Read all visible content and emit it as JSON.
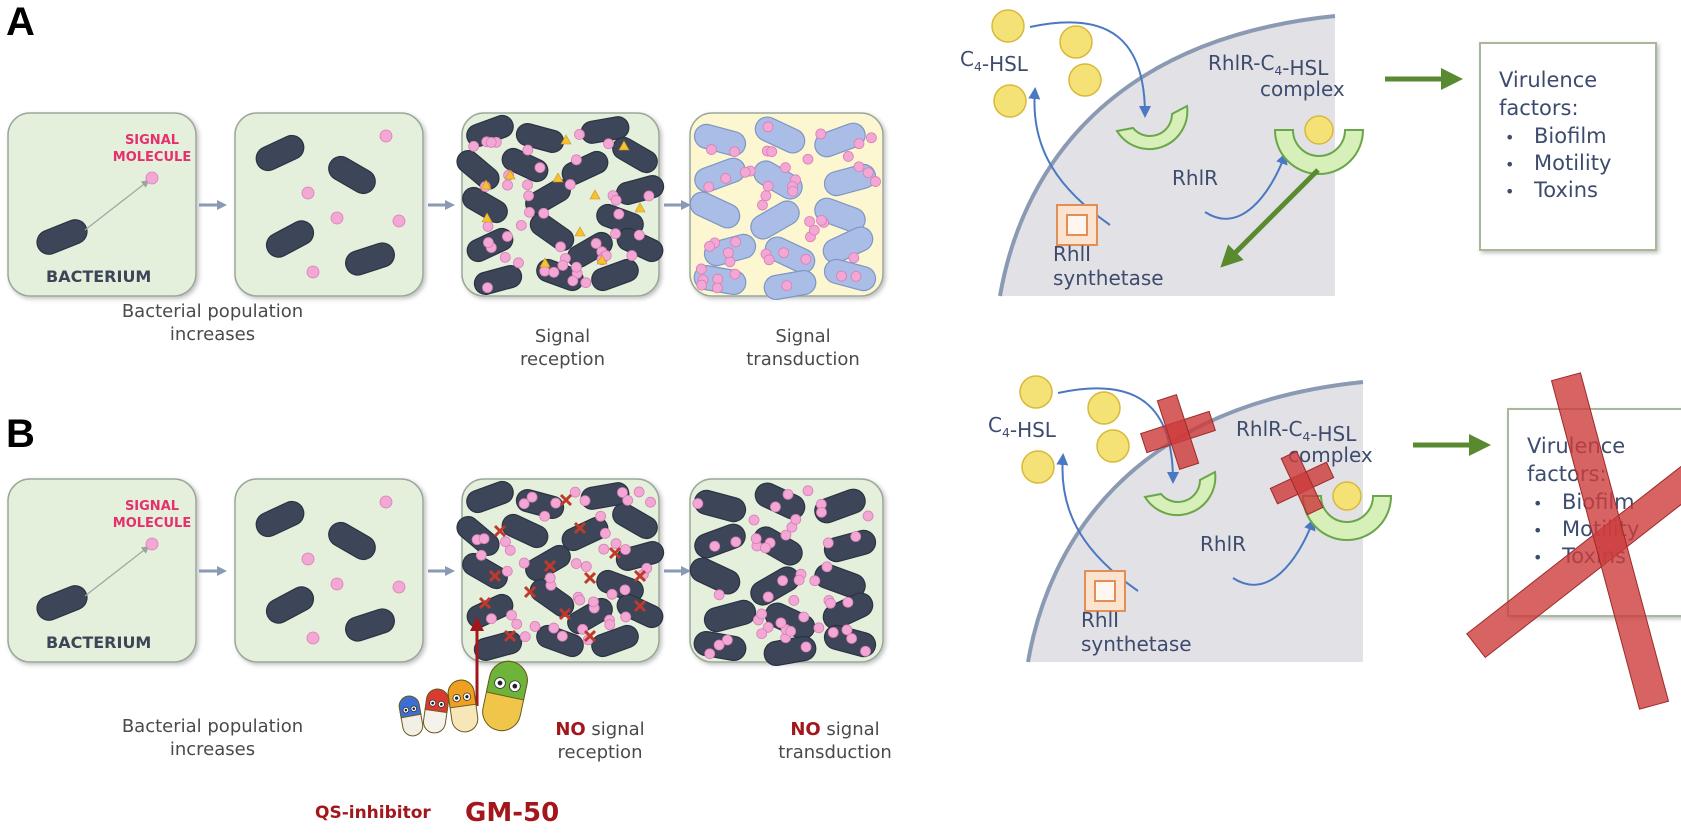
{
  "panels": [
    {
      "letter": "A",
      "signal_label_line1": "SIGNAL",
      "signal_label_line2": "MOLECULE",
      "bacterium_label": "BACTERIUM",
      "caption1_line1": "Bacterial population",
      "caption1_line2": "increases",
      "caption2_prefix": "",
      "caption2_line1": "Signal",
      "caption2_line2": "reception",
      "caption3_prefix": "",
      "caption3_line1": "Signal",
      "caption3_line2": "transduction",
      "c4hsl": "C4-HSL",
      "complex_line1": "RhlR-C4-HSL",
      "complex_line2": "complex",
      "rhlr": "RhlR",
      "rhli_line1": "RhlI",
      "rhli_line2": "synthetase",
      "virulence_line1": "Virulence",
      "virulence_line2": "factors:",
      "virulence_items": [
        "Biofilm",
        "Motility",
        "Toxins"
      ]
    },
    {
      "letter": "B",
      "signal_label_line1": "SIGNAL",
      "signal_label_line2": "MOLECULE",
      "bacterium_label": "BACTERIUM",
      "caption1_line1": "Bacterial population",
      "caption1_line2": "increases",
      "caption2_prefix": "NO",
      "caption2_line1": " signal",
      "caption2_line2": "reception",
      "caption3_prefix": "NO",
      "caption3_line1": " signal",
      "caption3_line2": "transduction",
      "c4hsl": "C4-HSL",
      "complex_line1": "RhlR-C4-HSL",
      "complex_line2": "complex",
      "rhlr": "RhlR",
      "rhli_line1": "RhlI",
      "rhli_line2": "synthetase",
      "virulence_line1": "Virulence",
      "virulence_line2": "factors:",
      "virulence_items": [
        "Biofilm",
        "Motility",
        "Toxins"
      ],
      "inhibitor_prefix": "QS-inhibitor",
      "inhibitor_name": "GM-50"
    }
  ],
  "colors": {
    "box_fill": "#e4f0dc",
    "box_fill_yellow": "#fdf7d1",
    "bacterium": "#3c4658",
    "bacterium_blue": "#a9bde6",
    "signal_pink": "#f3a7d4",
    "signal_label": "#e5306e",
    "arrow_gray": "#8a9ab3",
    "cell_gray": "#e2e1e5",
    "receptor_green": "#d7efb8",
    "hsl_yellow": "#f5e277",
    "synthetase_orange": "#f2b58c",
    "green_arrow": "#5a8a30",
    "blue_arrow": "#4a78c2",
    "red_cross": "#c0392b",
    "no_red": "#a3161b"
  }
}
